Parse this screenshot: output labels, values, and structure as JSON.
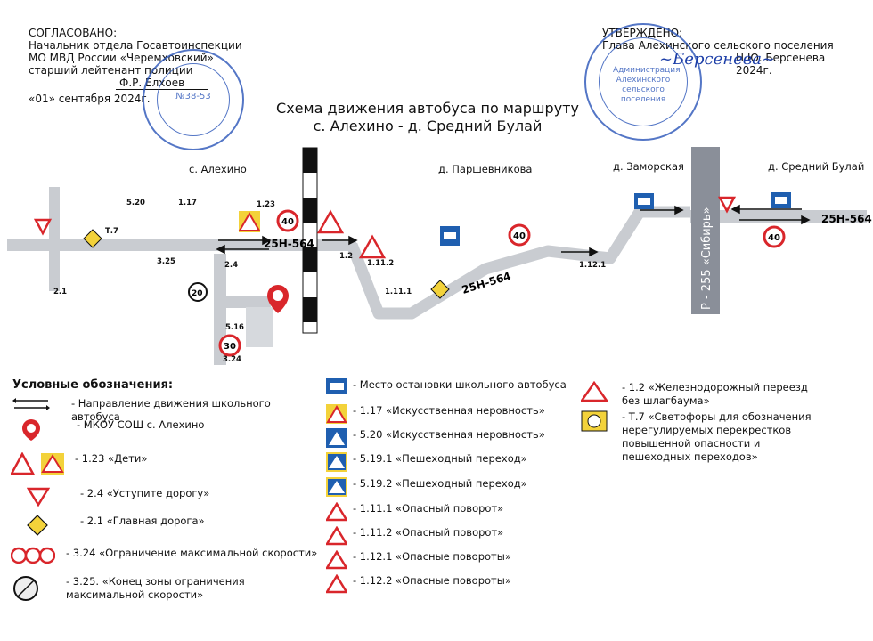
{
  "approval_left": {
    "line1": "СОГЛАСОВАНО:",
    "line2": "Начальник отдела Госавтоинспекции",
    "line3": "МО МВД России «Черемховский»",
    "line4": "старший лейтенант полиции",
    "signer": "Ф.Р. Елхоев",
    "date": "«01» сентября 2024г.",
    "stamp_text": "№38-53"
  },
  "approval_right": {
    "line1": "УТВЕРЖДЕНО:",
    "line2": "Глава Алехинского сельского поселения",
    "signer": "Н.Ю. Берсенева",
    "date": "2024г.",
    "stamp_text": "Администрация Алехинского сельского поселения"
  },
  "title": {
    "line1": "Схема движения автобуса по маршруту",
    "line2": "с. Алехино - д. Средний Булай"
  },
  "places": {
    "p1": "с. Алехино",
    "p2": "д. Паршевникова",
    "p3": "д. Заморская",
    "p4": "д. Средний Булай"
  },
  "roads": {
    "local_road_id": "25Н-564",
    "highway": "Р - 255 «Сибирь»"
  },
  "sign_labels": [
    "1.23",
    "3.24",
    "1.2",
    "1.11.2",
    "1.11.1",
    "1.12.1",
    "1.12.2",
    "2.4",
    "2.1",
    "5.16",
    "5.19.1",
    "5.19.2",
    "5.20",
    "1.17",
    "3.25",
    "Т.7"
  ],
  "speed_values": [
    "20",
    "30",
    "40"
  ],
  "legend": {
    "title": "Условные обозначения:",
    "items": [
      {
        "icon": "direction-arrows",
        "text": "- Направление движения школьного автобуса"
      },
      {
        "icon": "school-pin",
        "text": "- МКОУ СОШ с. Алехино"
      },
      {
        "icon": "children-signs",
        "text": "- 1.23 «Дети»"
      },
      {
        "icon": "yield-sign",
        "text": "- 2.4 «Уступите дорогу»"
      },
      {
        "icon": "main-road-sign",
        "text": "- 2.1 «Главная дорога»"
      },
      {
        "icon": "speed-limit-signs",
        "text": "- 3.24 «Ограничение максимальной скорости»"
      },
      {
        "icon": "end-speed-zone-sign",
        "text": "- 3.25. «Конец зоны ограничения максимальной скорости»"
      },
      {
        "icon": "bus-stop-sign",
        "text": "- Место остановки школьного автобуса"
      },
      {
        "icon": "speed-bump-warning-sign",
        "text": "- 1.17 «Искусственная неровность»"
      },
      {
        "icon": "speed-bump-info-sign",
        "text": "- 5.20 «Искусственная неровность»"
      },
      {
        "icon": "crosswalk-right-sign",
        "text": "- 5.19.1 «Пешеходный переход»"
      },
      {
        "icon": "crosswalk-left-sign",
        "text": "- 5.19.2 «Пешеходный переход»"
      },
      {
        "icon": "curve-right-sign",
        "text": "- 1.11.1 «Опасный поворот»"
      },
      {
        "icon": "curve-left-sign",
        "text": "- 1.11.2 «Опасный поворот»"
      },
      {
        "icon": "double-curve-right-sign",
        "text": "- 1.12.1 «Опасные повороты»"
      },
      {
        "icon": "double-curve-left-sign",
        "text": "- 1.12.2 «Опасные повороты»"
      },
      {
        "icon": "railway-crossing-sign",
        "text": "- 1.2 «Железнодорожный переезд без шлагбаума»"
      },
      {
        "icon": "traffic-light-sign",
        "text": "- Т.7 «Светофоры для обозначения нерегулируемых перекрестков повышенной опасности и пешеходных переходов»"
      }
    ]
  },
  "colors": {
    "road": "#c9ccd1",
    "warning_red": "#d9262b",
    "info_blue": "#1f5fb0",
    "sign_yellow": "#f3d23a",
    "stamp_blue": "#2a55b8"
  }
}
